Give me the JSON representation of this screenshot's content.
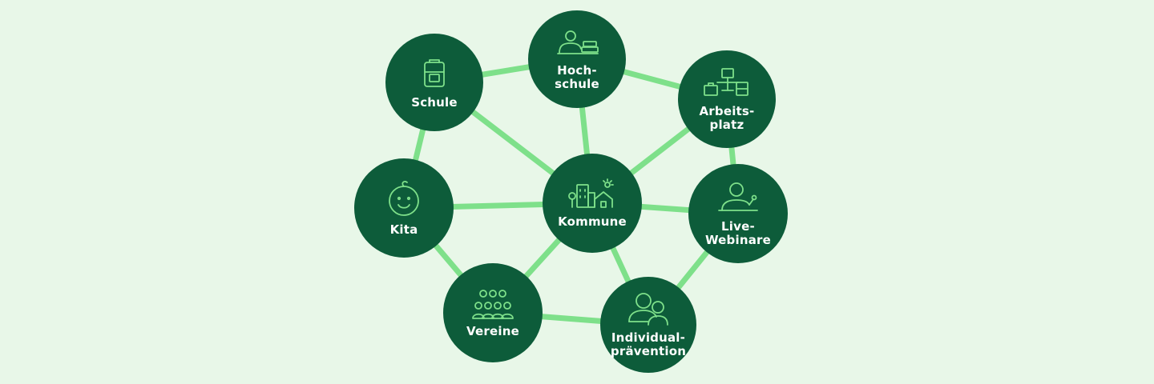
{
  "diagram": {
    "colors": {
      "background": "#e8f7e8",
      "node": "#0d5c3a",
      "edge": "#7ee08a",
      "label": "#ffffff",
      "icon": "#7ee08a"
    },
    "nodes": [
      {
        "id": "schule",
        "label": "Schule",
        "icon": "backpack-icon"
      },
      {
        "id": "hochschule",
        "label": "Hoch-\nschule",
        "icon": "student-books-icon"
      },
      {
        "id": "arbeitsplatz",
        "label": "Arbeits-\nplatz",
        "icon": "workplace-desk-icon"
      },
      {
        "id": "kita",
        "label": "Kita",
        "icon": "baby-face-icon"
      },
      {
        "id": "kommune",
        "label": "Kommune",
        "icon": "town-buildings-icon"
      },
      {
        "id": "live_webinare",
        "label": "Live-\nWebinare",
        "icon": "presenter-icon"
      },
      {
        "id": "vereine",
        "label": "Vereine",
        "icon": "group-people-icon"
      },
      {
        "id": "individualpraevention",
        "label": "Individual-\nprävention",
        "icon": "two-persons-icon"
      }
    ],
    "edges": [
      [
        "schule",
        "hochschule"
      ],
      [
        "hochschule",
        "arbeitsplatz"
      ],
      [
        "schule",
        "kita"
      ],
      [
        "schule",
        "kommune"
      ],
      [
        "hochschule",
        "kommune"
      ],
      [
        "arbeitsplatz",
        "kommune"
      ],
      [
        "arbeitsplatz",
        "live_webinare"
      ],
      [
        "kita",
        "kommune"
      ],
      [
        "kommune",
        "live_webinare"
      ],
      [
        "kita",
        "vereine"
      ],
      [
        "kommune",
        "vereine"
      ],
      [
        "kommune",
        "individualpraevention"
      ],
      [
        "live_webinare",
        "individualpraevention"
      ],
      [
        "vereine",
        "individualpraevention"
      ]
    ]
  }
}
